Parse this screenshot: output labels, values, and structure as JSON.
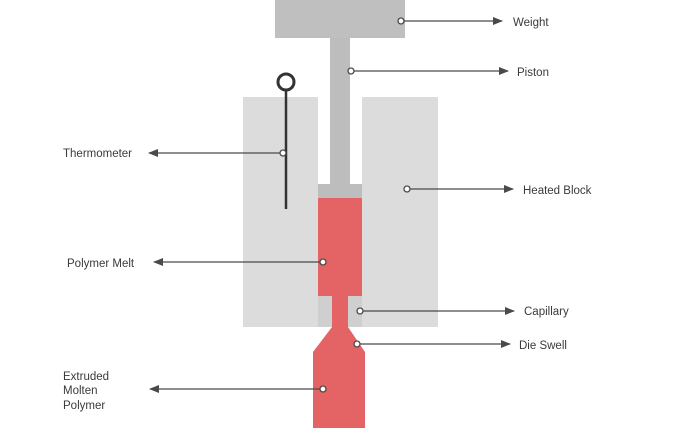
{
  "labels": {
    "weight": "Weight",
    "piston": "Piston",
    "thermometer": "Thermometer",
    "heated_block": "Heated Block",
    "polymer_melt": "Polymer Melt",
    "capillary": "Capillary",
    "die_swell": "Die Swell",
    "extruded_line1": "Extruded",
    "extruded_line2": "Molten",
    "extruded_line3": "Polymer"
  },
  "colors": {
    "weight": "#bfbfbf",
    "piston": "#bdbdbd",
    "block": "#dcdcdc",
    "melt": "#e46466",
    "barrel_gap": "#cfcfcf",
    "thermometer": "#333333",
    "leader": "#4a4a4a",
    "text": "#3a3a3a"
  }
}
